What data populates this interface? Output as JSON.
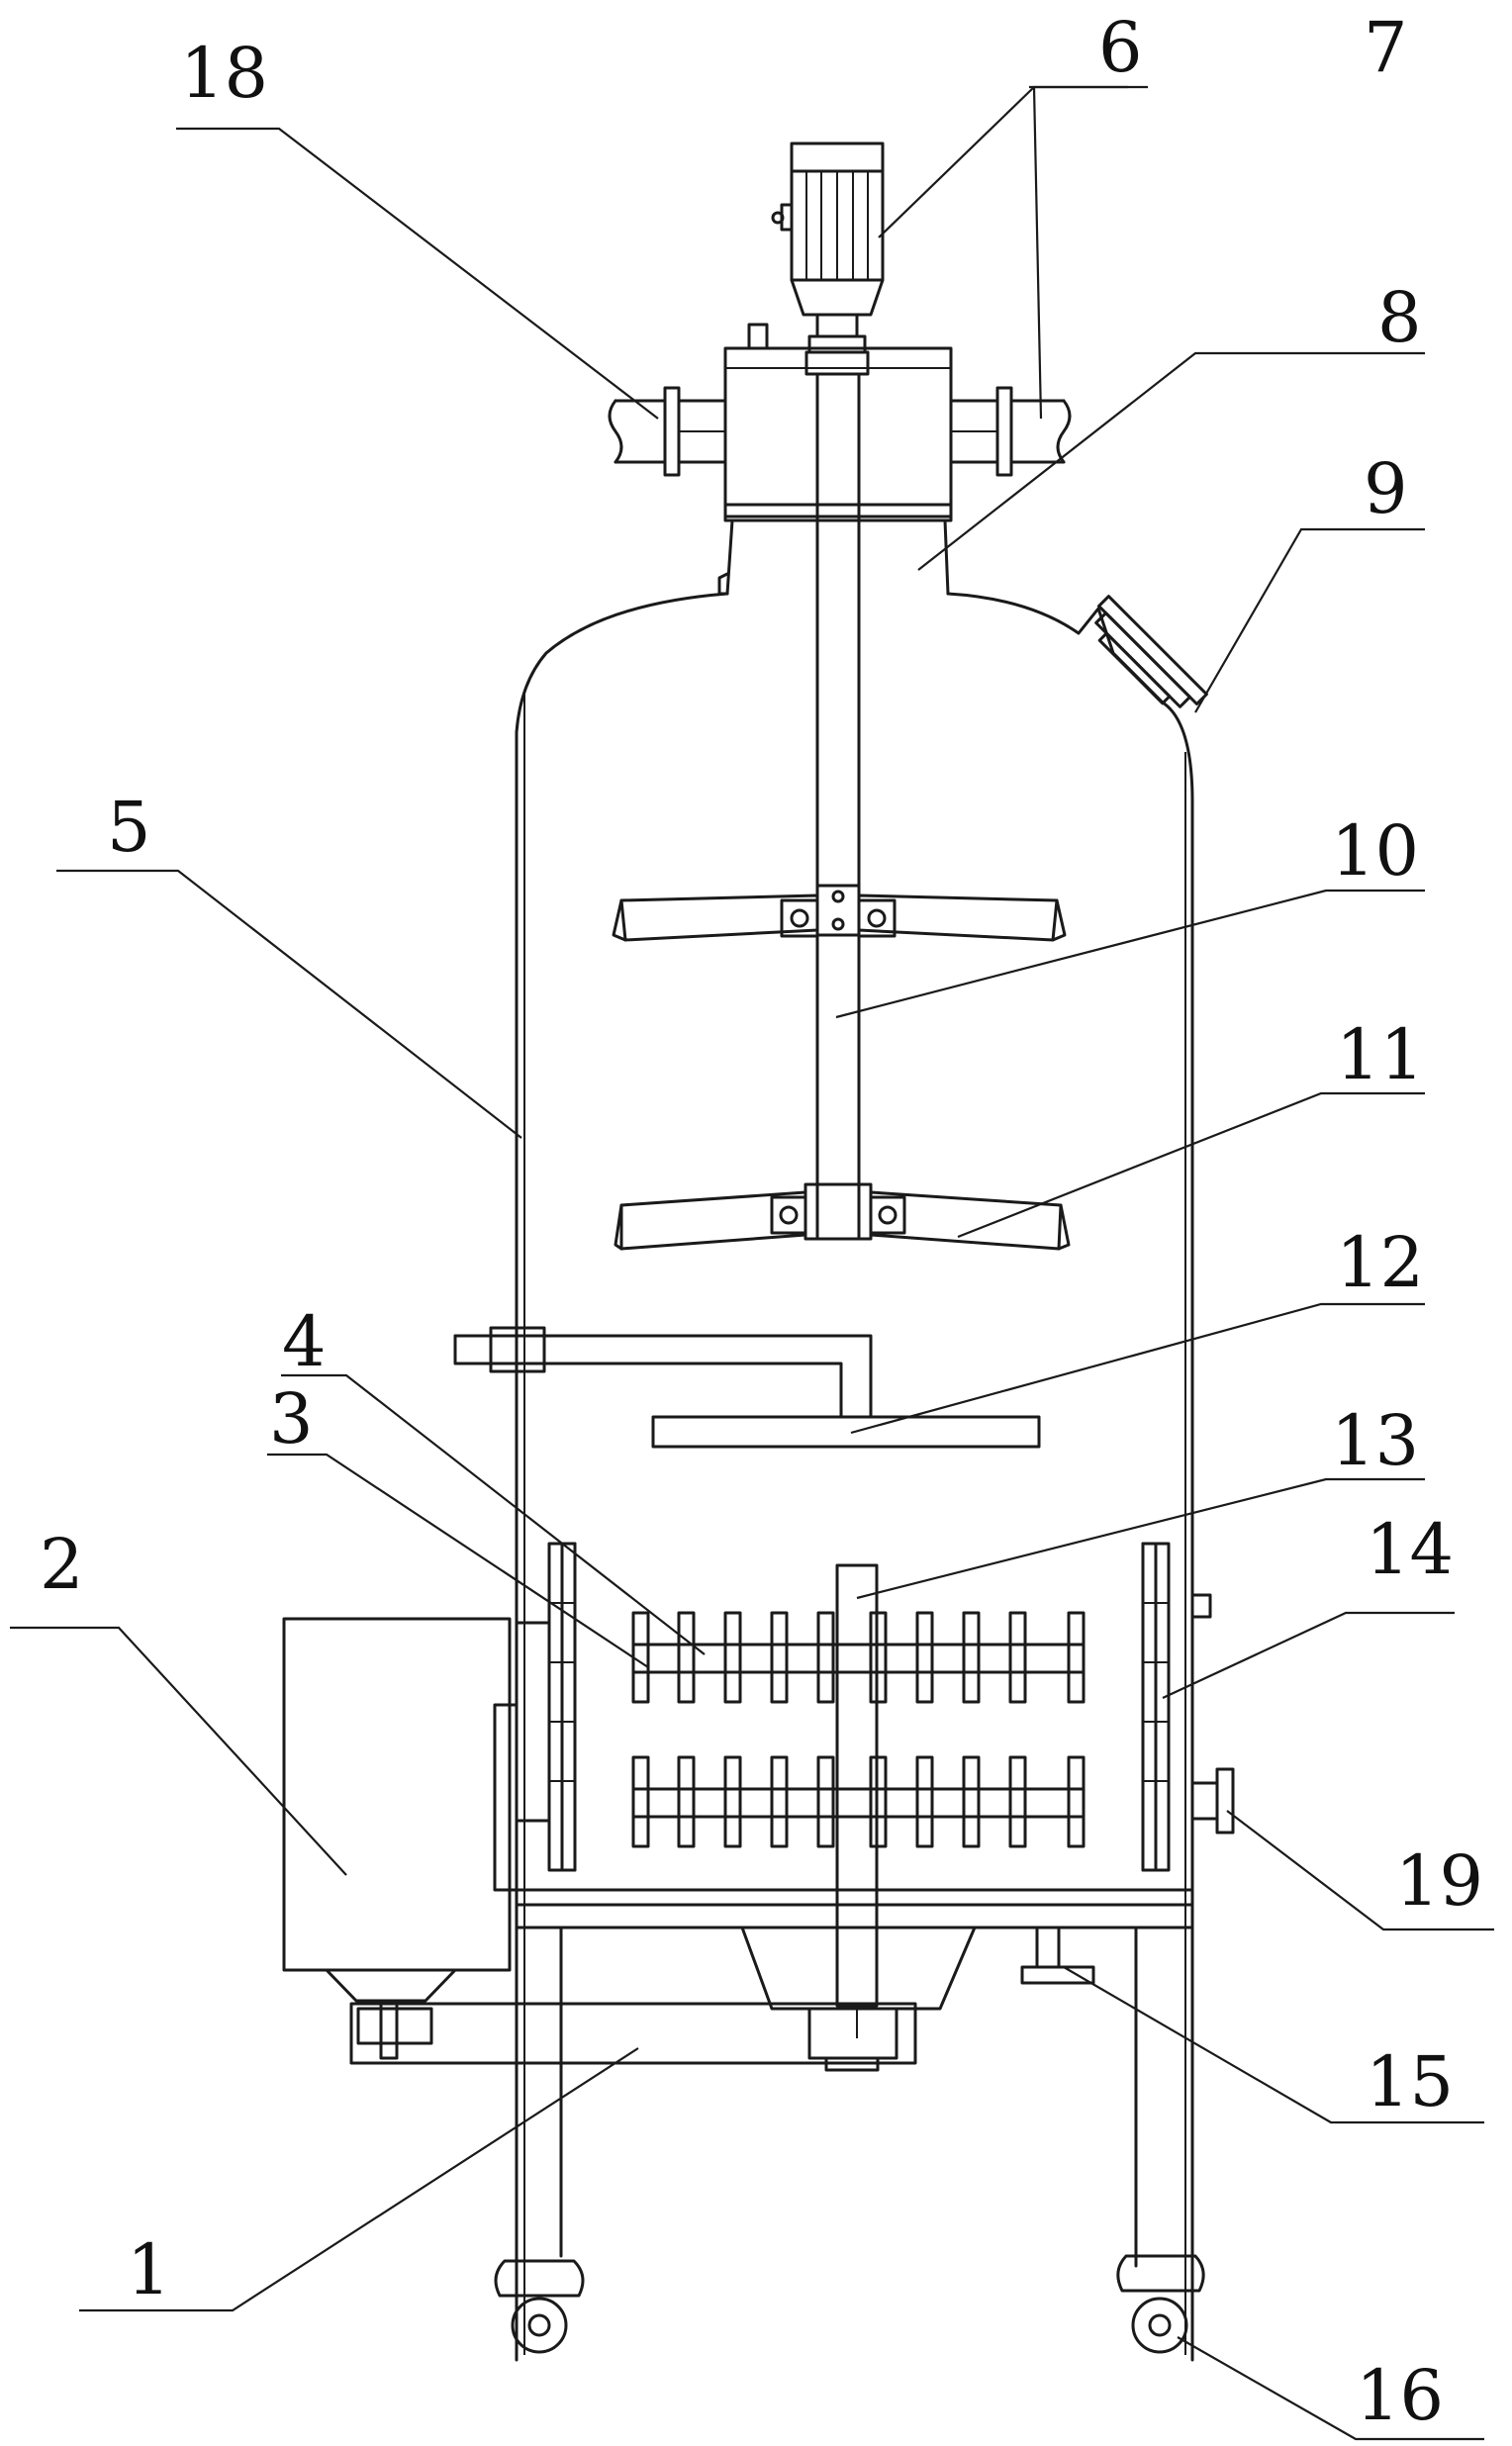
{
  "labels": {
    "n1": "1",
    "n2": "2",
    "n3": "3",
    "n4": "4",
    "n5": "5",
    "n6": "6",
    "n7": "7",
    "n8": "8",
    "n9": "9",
    "n10": "10",
    "n11": "11",
    "n12": "12",
    "n13": "13",
    "n14": "14",
    "n15": "15",
    "n16": "16",
    "n18": "18",
    "n19": "19"
  }
}
